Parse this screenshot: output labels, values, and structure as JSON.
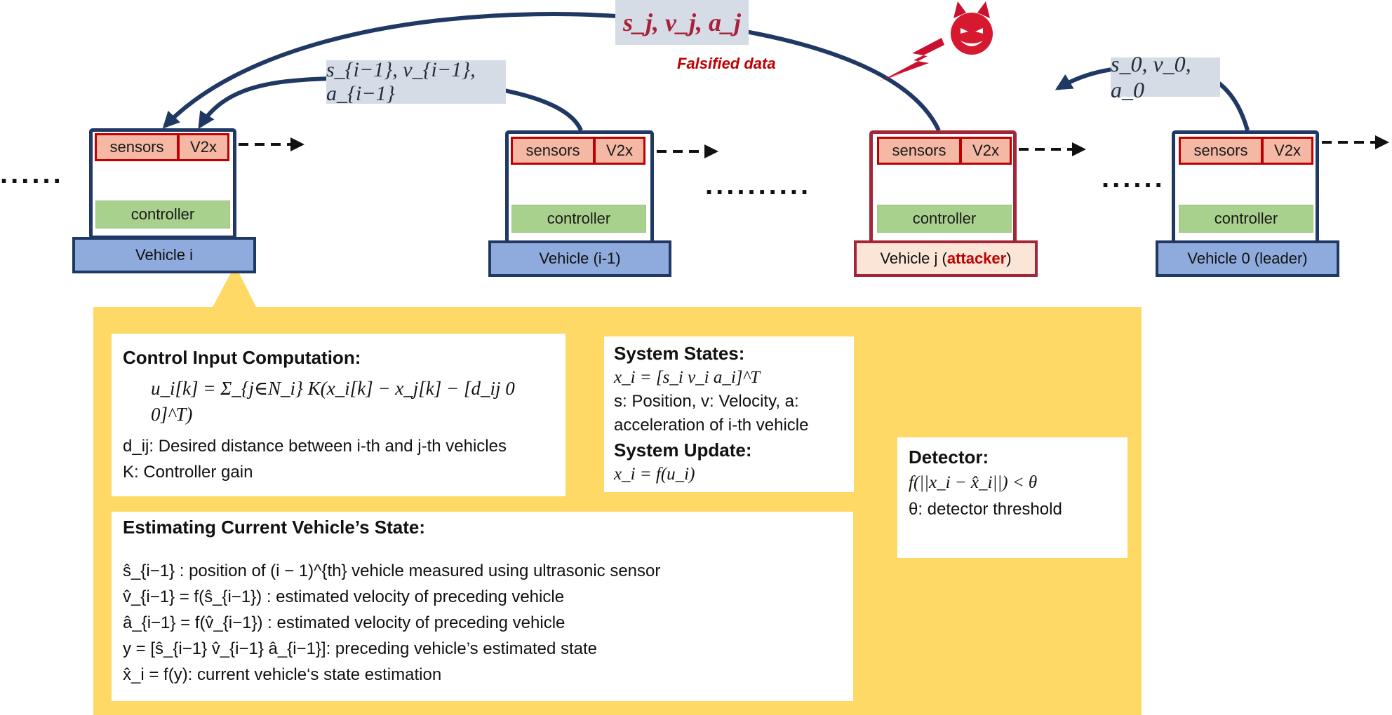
{
  "top_labels": {
    "state_j": "s_j, v_j, a_j",
    "state_i_minus_1": "s_{i−1}, v_{i−1}, a_{i−1}",
    "state_0": "s_0, v_0, a_0",
    "falsified": "Falsified data"
  },
  "vehicles": [
    {
      "name": "Vehicle i",
      "sensors": "sensors",
      "v2x": "V2x",
      "controller": "controller"
    },
    {
      "name": "Vehicle (i-1)",
      "sensors": "sensors",
      "v2x": "V2x",
      "controller": "controller"
    },
    {
      "name_prefix": "Vehicle j (",
      "name_attacker": "attacker",
      "name_suffix": ")",
      "sensors": "sensors",
      "v2x": "V2x",
      "controller": "controller"
    },
    {
      "name": "Vehicle 0 (leader)",
      "sensors": "sensors",
      "v2x": "V2x",
      "controller": "controller"
    }
  ],
  "dots": {
    "left": "......",
    "middle": "..........",
    "right": "......"
  },
  "control": {
    "title": "Control Input Computation:",
    "equation": "u_i[k] = Σ_{j∈N_i} K(x_i[k] − x_j[k] − [d_ij 0 0]^T)",
    "d_def": "d_ij: Desired distance between i-th and j-th vehicles",
    "k_def": "K: Controller gain"
  },
  "system": {
    "states_title": "System States:",
    "states_eq": "x_i = [s_i v_i a_i]^T",
    "states_desc_1": "s: Position, v: Velocity, a:",
    "states_desc_2": "acceleration of i-th vehicle",
    "update_title": "System Update:",
    "update_eq": "x_i = f(u_i)"
  },
  "estimate": {
    "title": "Estimating Current Vehicle’s State:",
    "lines": [
      "ŝ_{i−1} : position of (i − 1)^{th} vehicle measured using ultrasonic sensor",
      "v̂_{i−1} = f(ŝ_{i−1}) : estimated velocity of preceding vehicle",
      "â_{i−1} = f(v̂_{i−1}) : estimated velocity of preceding vehicle",
      "y = [ŝ_{i−1} v̂_{i−1} â_{i−1}]: preceding vehicle’s estimated state",
      "x̂_i = f(y): current vehicle‘s state estimation"
    ]
  },
  "detector": {
    "title": "Detector:",
    "eq": "f(||x_i − x̂_i||) < θ",
    "theta_def": "θ: detector threshold"
  },
  "colors": {
    "navy": "#1f3864",
    "attacker_red": "#a32638",
    "panel_yellow": "#ffd966",
    "sensor_fill": "#f4b8a5",
    "controller_fill": "#a9d18e",
    "plate_blue": "#8faadc",
    "label_gray": "#d6dce5"
  },
  "icons": [
    "devil-icon",
    "lightning-icon",
    "siren-icon"
  ]
}
